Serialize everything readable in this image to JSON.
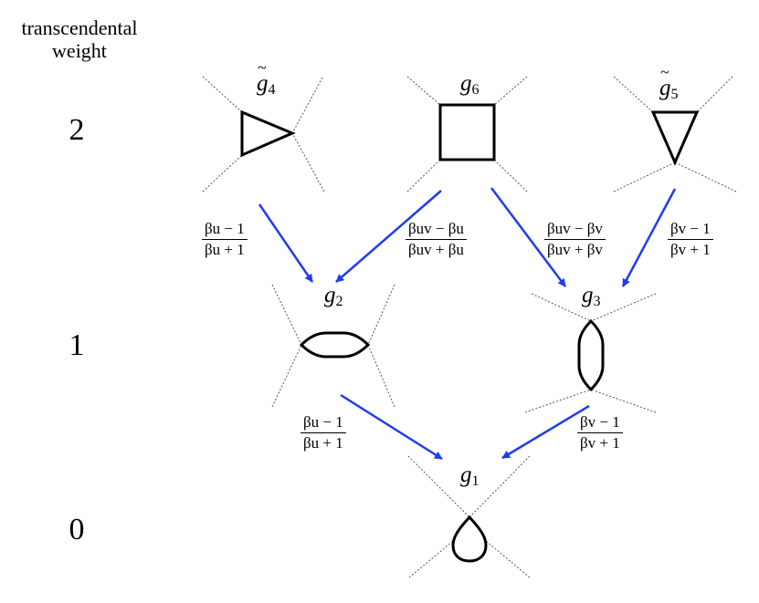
{
  "axis": {
    "title_line1": "transcendental",
    "title_line2": "weight",
    "levels": [
      "2",
      "1",
      "0"
    ]
  },
  "nodes": {
    "g4": {
      "base": "g",
      "sub": "4",
      "tilde": true
    },
    "g6": {
      "base": "g",
      "sub": "6",
      "tilde": false
    },
    "g5": {
      "base": "g",
      "sub": "5",
      "tilde": true
    },
    "g2": {
      "base": "g",
      "sub": "2",
      "tilde": false
    },
    "g3": {
      "base": "g",
      "sub": "3",
      "tilde": false
    },
    "g1": {
      "base": "g",
      "sub": "1",
      "tilde": false
    }
  },
  "arrows": {
    "g4_g2": {
      "num": "βu − 1",
      "den": "βu + 1"
    },
    "g6_g2": {
      "num": "βuv − βu",
      "den": "βuv + βu"
    },
    "g6_g3": {
      "num": "βuv − βv",
      "den": "βuv + βv"
    },
    "g5_g3": {
      "num": "βv − 1",
      "den": "βv + 1"
    },
    "g2_g1": {
      "num": "βu − 1",
      "den": "βu + 1"
    },
    "g3_g1": {
      "num": "βv − 1",
      "den": "βv + 1"
    }
  },
  "colors": {
    "arrow": "#1f3cf0",
    "shape": "#000000",
    "leg": "#555555"
  }
}
